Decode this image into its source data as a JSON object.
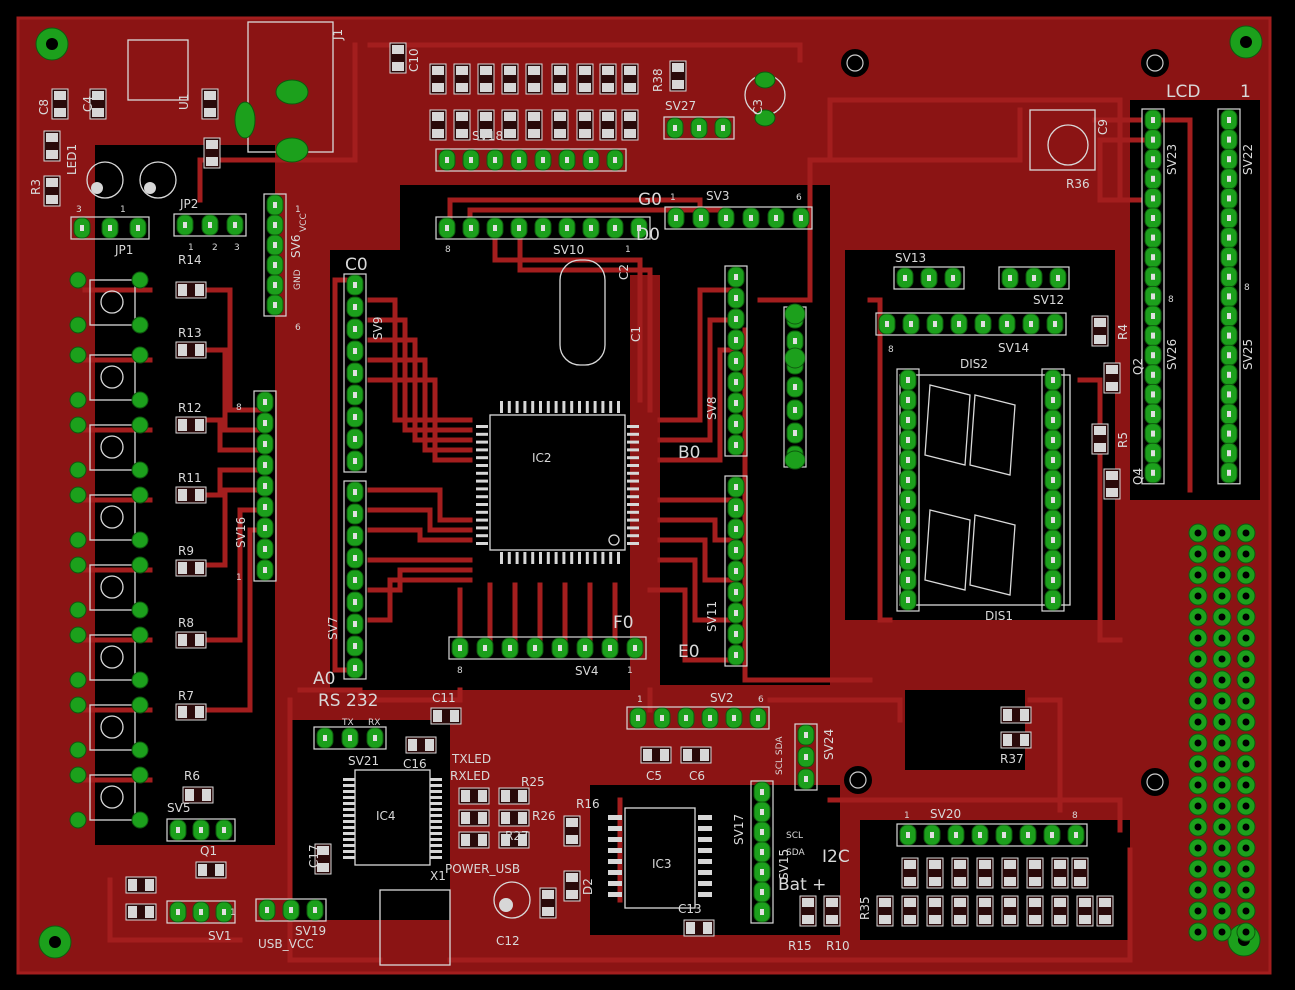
{
  "colors": {
    "board": "#8b1414",
    "copper_pour": "#9b1a1a",
    "copper_trace": "#a31e1e",
    "void": "#000000",
    "pad": "#1ca01c",
    "silkscreen": "#d9d9d9",
    "smd_pad": "#d7d7d7"
  },
  "labels": {
    "header_lcd": "LCD",
    "header_one": "1",
    "header_rs232": "RS 232",
    "header_a0": "A0",
    "header_c0": "C0",
    "header_d0": "D0",
    "header_g0": "G0",
    "header_b0": "B0",
    "header_e0": "E0",
    "header_f0": "F0",
    "i2c": "I2C",
    "bat": "Bat +",
    "txled": "TXLED",
    "rxled": "RXLED",
    "power_usb": "POWER_USB",
    "usb_vcc": "USB_VCC",
    "scl": "SCL",
    "sda": "SDA",
    "tx": "TX",
    "rx": "RX",
    "gnd": "GND",
    "vcc": "VCC",
    "scl_sda": "SCL SDA"
  },
  "components": {
    "ic2": "IC2",
    "ic3": "IC3",
    "ic4": "IC4",
    "dis1": "DIS1",
    "dis2": "DIS2",
    "j1": "J1",
    "jp1": "JP1",
    "jp2": "JP2",
    "r36": "R36",
    "r37": "R37",
    "r35": "R35",
    "r15": "R15",
    "r10": "R10",
    "r16": "R16",
    "r25": "R25",
    "r26": "R26",
    "r27": "R27",
    "r14": "R14",
    "r13": "R13",
    "r12": "R12",
    "r11": "R11",
    "r9": "R9",
    "r8": "R8",
    "r7": "R7",
    "r6": "R6",
    "r4": "R4",
    "r5": "R5",
    "r3": "R3",
    "r38": "R38",
    "c1": "C1",
    "c2": "C2",
    "c3": "C3",
    "c4": "C4",
    "c5": "C5",
    "c6": "C6",
    "c8": "C8",
    "c9": "C9",
    "c10": "C10",
    "c11": "C11",
    "c12": "C12",
    "c13": "C13",
    "c16": "C16",
    "c17": "C17",
    "d2": "D2",
    "x1": "X1",
    "q2": "Q2",
    "q4": "Q4",
    "q1": "Q1",
    "led1": "LED1",
    "sv1": "SV1",
    "sv2": "SV2",
    "sv3": "SV3",
    "sv4": "SV4",
    "sv5": "SV5",
    "sv6": "SV6",
    "sv7": "SV7",
    "sv8": "SV8",
    "sv9": "SV9",
    "sv10": "SV10",
    "sv11": "SV11",
    "sv12": "SV12",
    "sv13": "SV13",
    "sv14": "SV14",
    "sv15": "SV15",
    "sv16": "SV16",
    "sv17": "SV17",
    "sv18": "SV18",
    "sv19": "SV19",
    "sv20": "SV20",
    "sv21": "SV21",
    "sv22": "SV22",
    "sv23": "SV23",
    "sv24": "SV24",
    "sv25": "SV25",
    "sv26": "SV26",
    "sv27": "SV27",
    "u1": "U1"
  },
  "pin_numbers": {
    "one": "1",
    "two": "2",
    "three": "3",
    "six": "6",
    "eight": "8"
  }
}
